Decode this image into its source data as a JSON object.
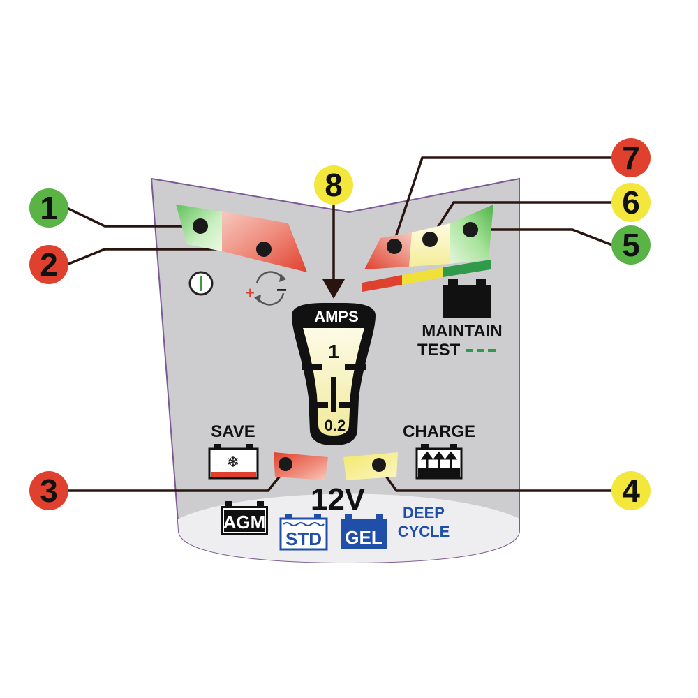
{
  "callouts": [
    {
      "label": "1",
      "color": "#5ab345"
    },
    {
      "label": "2",
      "color": "#e0402e"
    },
    {
      "label": "3",
      "color": "#e0402e"
    },
    {
      "label": "4",
      "color": "#f2e73a"
    },
    {
      "label": "5",
      "color": "#5ab345"
    },
    {
      "label": "6",
      "color": "#f2e73a"
    },
    {
      "label": "7",
      "color": "#e0402e"
    },
    {
      "label": "8",
      "color": "#f2e73a"
    }
  ],
  "amps": {
    "title": "AMPS",
    "high": "1",
    "low": "0.2"
  },
  "maintain": {
    "line1": "MAINTAIN",
    "line2": "TEST"
  },
  "save": {
    "label": "SAVE"
  },
  "charge": {
    "label": "CHARGE"
  },
  "voltage": "12V",
  "battery_types": {
    "agm": "AGM",
    "std": "STD",
    "gel": "GEL",
    "deep1": "DEEP",
    "deep2": "CYCLE"
  },
  "colors": {
    "panel": "#cdcdd0",
    "panel_border": "#7c5b95",
    "red": "#e0402e",
    "yellow": "#f2e73a",
    "green": "#5ab345",
    "blue": "#1f4fa8"
  }
}
